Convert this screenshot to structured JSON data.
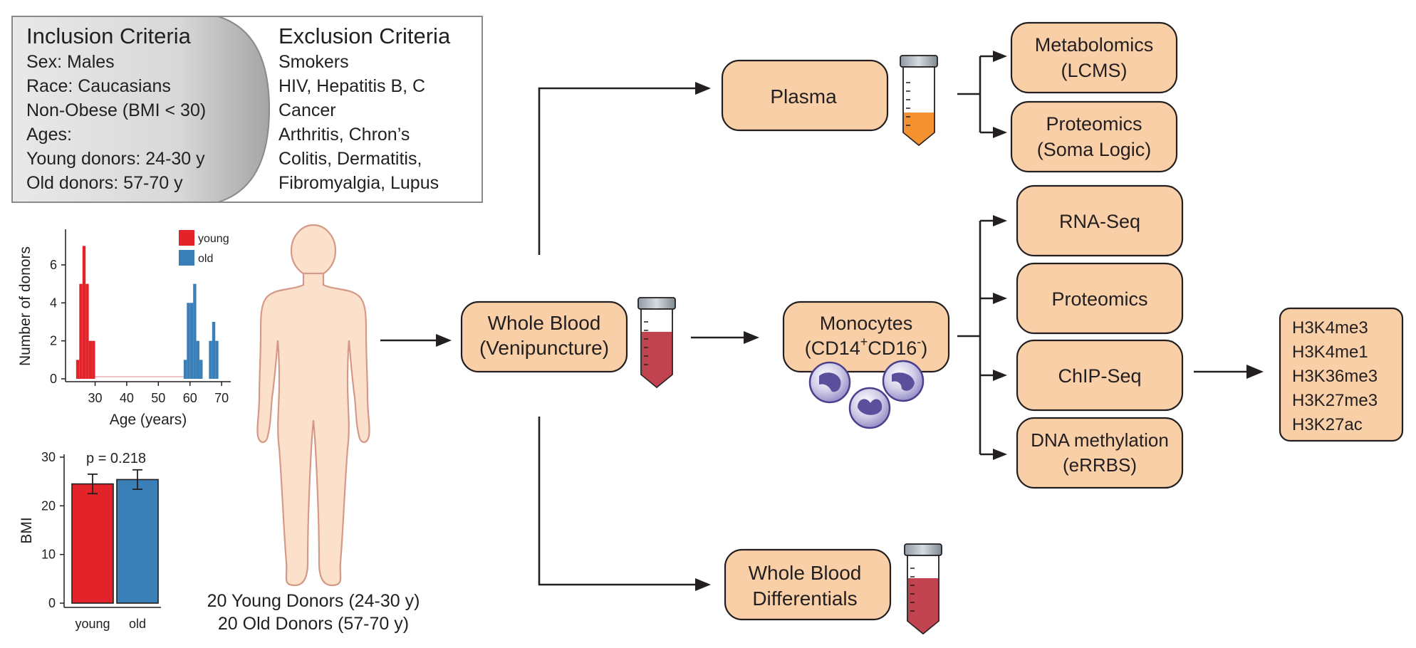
{
  "criteria": {
    "inclusion": {
      "title": "Inclusion Criteria",
      "items": [
        "Sex: Males",
        "Race: Caucasians",
        "Non-Obese (BMI < 30)",
        "Ages:",
        "Young donors: 24-30 y",
        "Old donors: 57-70 y"
      ]
    },
    "exclusion": {
      "title": "Exclusion Criteria",
      "items": [
        "Smokers",
        "HIV, Hepatitis B, C",
        "Cancer",
        "Arthritis, Chron’s",
        "Colitis, Dermatitis,",
        "Fibromyalgia, Lupus"
      ]
    }
  },
  "donors": {
    "line1": "20 Young Donors (24-30 y)",
    "line2": "20 Old Donors (57-70 y)"
  },
  "nodes": {
    "whole_blood": [
      "Whole Blood",
      "(Venipuncture)"
    ],
    "plasma": "Plasma",
    "monocytes": {
      "line1": "Monocytes",
      "line2_a": "(CD14",
      "sup1": "+",
      "line2_b": "CD16",
      "sup2": "-",
      "line2_c": ")"
    },
    "differentials": [
      "Whole Blood",
      "Differentials"
    ],
    "metabolomics": [
      "Metabolomics",
      "(LCMS)"
    ],
    "plasma_proteomics": [
      "Proteomics",
      "(Soma Logic)"
    ],
    "rnaseq": "RNA-Seq",
    "proteomics": "Proteomics",
    "chipseq": "ChIP-Seq",
    "dna_methylation": [
      "DNA methylation",
      "(eRRBS)"
    ],
    "histone_marks": [
      "H3K4me3",
      "H3K4me1",
      "H3K36me3",
      "H3K27me3",
      "H3K27ac"
    ]
  },
  "colors": {
    "young": "#e2232a",
    "old": "#3a7fb8",
    "box_fill": "#f9cfa7",
    "blood": "#c1434f",
    "plasma": "#f3922f",
    "monocyte": "#5b4f9b",
    "body": "#fbe0cc"
  },
  "chart_data": [
    {
      "type": "bar",
      "title": "",
      "xlabel": "Age (years)",
      "ylabel": "Number of donors",
      "x_ticks": [
        30,
        40,
        50,
        60,
        70
      ],
      "y_ticks": [
        0,
        2,
        4,
        6
      ],
      "xlim": [
        22,
        72
      ],
      "ylim": [
        0,
        7.5
      ],
      "bin_width": 1,
      "legend": [
        "young",
        "old"
      ],
      "legend_position": "top-right",
      "series": [
        {
          "name": "young",
          "x": [
            24,
            25,
            26,
            27,
            28,
            29,
            30
          ],
          "values": [
            1,
            5,
            7,
            5,
            2,
            2,
            0
          ]
        },
        {
          "name": "old",
          "x": [
            57,
            58,
            59,
            60,
            61,
            62,
            63,
            64,
            65,
            66,
            67,
            68,
            69,
            70
          ],
          "values": [
            0,
            1,
            4,
            4,
            5,
            2,
            1,
            0,
            0,
            2,
            3,
            2,
            0,
            0
          ]
        }
      ]
    },
    {
      "type": "bar",
      "title": "",
      "annotation": "p = 0.218",
      "xlabel": "",
      "ylabel": "BMI",
      "categories": [
        "young",
        "old"
      ],
      "values": [
        24.5,
        25.4
      ],
      "errors": [
        2.0,
        2.0
      ],
      "y_ticks": [
        0,
        10,
        20,
        30
      ],
      "ylim": [
        0,
        30
      ]
    }
  ]
}
